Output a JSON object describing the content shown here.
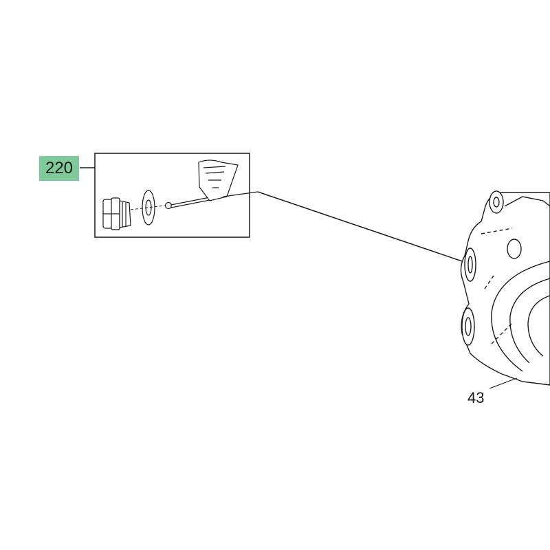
{
  "callouts": [
    {
      "id": "kit",
      "label": "220",
      "highlight": "#7fc99a"
    },
    {
      "id": "part",
      "label": "43"
    }
  ],
  "colors": {
    "line": "#1a1a1a",
    "highlight": "#7fc99a",
    "background": "#ffffff"
  }
}
